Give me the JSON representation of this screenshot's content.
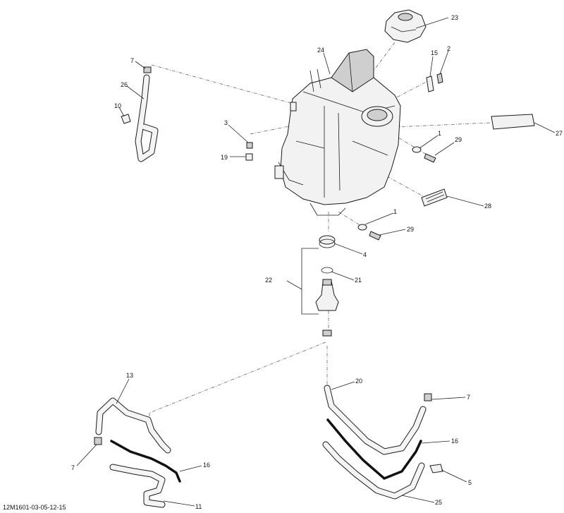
{
  "drawing_code": "12M1601-03-05-12-15",
  "callouts": [
    {
      "id": "c23",
      "label": "23"
    },
    {
      "id": "c24",
      "label": "24"
    },
    {
      "id": "c15",
      "label": "15"
    },
    {
      "id": "c2",
      "label": "2"
    },
    {
      "id": "c7a",
      "label": "7"
    },
    {
      "id": "c26",
      "label": "26"
    },
    {
      "id": "c10",
      "label": "10"
    },
    {
      "id": "c3",
      "label": "3"
    },
    {
      "id": "c19",
      "label": "19"
    },
    {
      "id": "c1a",
      "label": "1"
    },
    {
      "id": "c29a",
      "label": "29"
    },
    {
      "id": "c27",
      "label": "27"
    },
    {
      "id": "c28",
      "label": "28"
    },
    {
      "id": "c1b",
      "label": "1"
    },
    {
      "id": "c29b",
      "label": "29"
    },
    {
      "id": "c4",
      "label": "4"
    },
    {
      "id": "c21",
      "label": "21"
    },
    {
      "id": "c22",
      "label": "22"
    },
    {
      "id": "c13",
      "label": "13"
    },
    {
      "id": "c20",
      "label": "20"
    },
    {
      "id": "c7b",
      "label": "7"
    },
    {
      "id": "c16a",
      "label": "16"
    },
    {
      "id": "c7c",
      "label": "7"
    },
    {
      "id": "c16b",
      "label": "16"
    },
    {
      "id": "c5",
      "label": "5"
    },
    {
      "id": "c11",
      "label": "11"
    },
    {
      "id": "c25",
      "label": "25"
    }
  ]
}
